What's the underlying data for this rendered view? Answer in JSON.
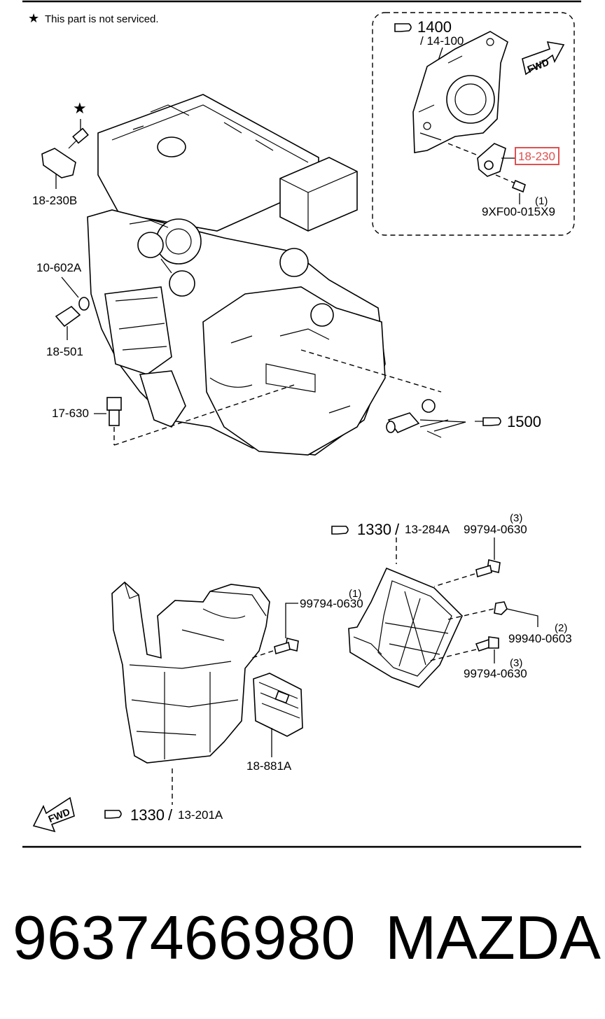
{
  "note": {
    "star": "★",
    "text": "This part is not serviced."
  },
  "star_marker": "★",
  "upper": {
    "timing_cover": {
      "ref": "1400",
      "sub": "/ 14-100"
    },
    "fwd_top": "FWD",
    "highlight_part": "18-230",
    "bolt_top": {
      "qty": "(1)",
      "number": "9XF00-015X9"
    },
    "sensor_18230b": "18-230B",
    "oring_10602a": "10-602A",
    "sensor_18501": "18-501",
    "switch_17630": "17-630",
    "trans_ref": "1500"
  },
  "lower": {
    "cover_ref": {
      "ref": "1330",
      "sub": "13-284A",
      "slash": "/"
    },
    "bolt_a": {
      "qty": "(3)",
      "number": "99794-0630"
    },
    "bolt_b": {
      "qty": "(1)",
      "number": "99794-0630"
    },
    "nut": {
      "qty": "(2)",
      "number": "99940-0603"
    },
    "bolt_c": {
      "qty": "(3)",
      "number": "99794-0630"
    },
    "module": "18-881A",
    "box_ref": {
      "ref": "1330",
      "sub": "13-201A",
      "slash": "/"
    },
    "fwd_bottom": "FWD"
  },
  "footer": {
    "part_number": "9637466980",
    "brand": "MAZDA"
  },
  "colors": {
    "highlight": "#e05050",
    "line": "#000000"
  }
}
